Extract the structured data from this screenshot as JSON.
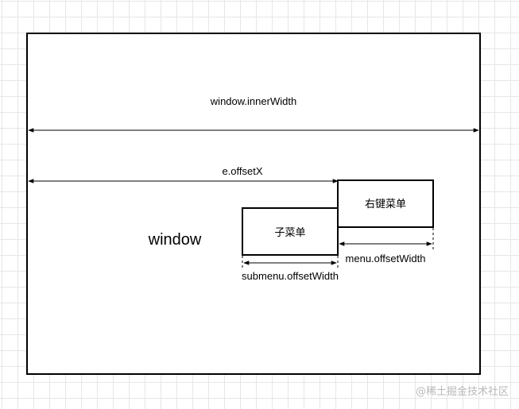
{
  "diagram": {
    "window_label": "window",
    "inner_width_label": "window.innerWidth",
    "offset_x_label": "e.offsetX",
    "context_menu_label": "右键菜单",
    "submenu_label": "子菜单",
    "menu_offset_width_label": "menu.offsetWidth",
    "submenu_offset_width_label": "submenu.offsetWidth"
  },
  "watermark": "@稀土掘金技术社区"
}
